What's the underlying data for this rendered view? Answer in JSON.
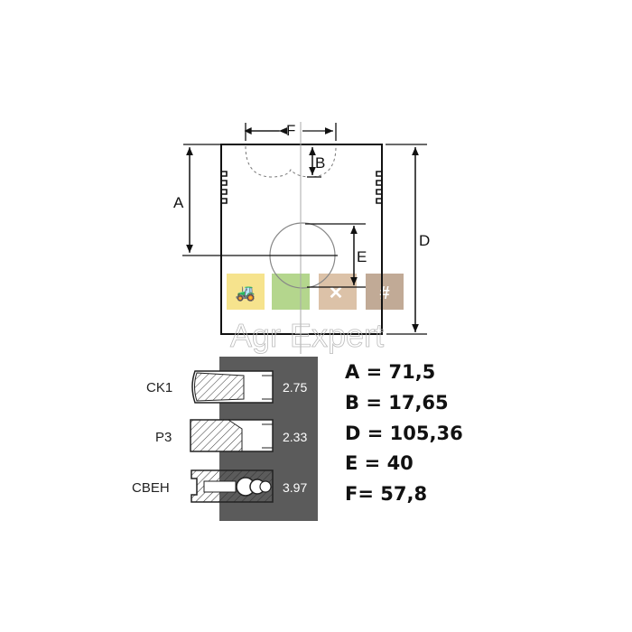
{
  "diagram": {
    "dimension_labels": {
      "A": "A",
      "B": "B",
      "D": "D",
      "E": "E",
      "F": "F"
    },
    "rings": [
      {
        "name": "CK1",
        "thickness": "2.75"
      },
      {
        "name": "P3",
        "thickness": "2.33"
      },
      {
        "name": "CBEH",
        "thickness": "3.97"
      }
    ],
    "specs": [
      "A = 71,5",
      "B = 17,65",
      "D = 105,36",
      "E = 40",
      "F= 57,8"
    ],
    "watermark": "Agr Expert",
    "colors": {
      "panel": "#5b5b5b",
      "icon_yellow": "#f5df7a",
      "icon_green": "#a8d07a",
      "icon_tan": "#d6b89a",
      "icon_brown": "#b79c84"
    }
  }
}
